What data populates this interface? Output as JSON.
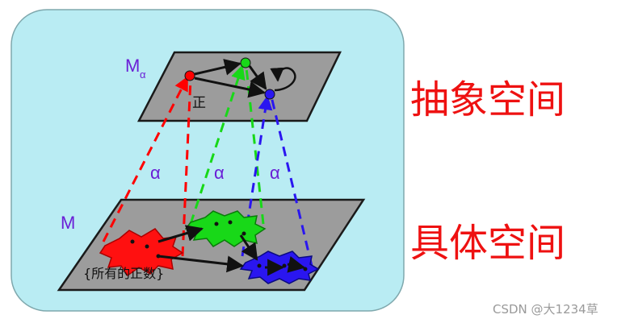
{
  "diagram": {
    "abstract_plane_label": "M",
    "abstract_plane_subscript": "α",
    "concrete_plane_label": "M",
    "abstract_node_label": "正",
    "concrete_set_label": "{所有的正数}",
    "mapping_labels": [
      "α",
      "α",
      "α"
    ],
    "abstract_space_label": "抽象空间",
    "concrete_space_label": "具体空间",
    "watermark": "CSDN @大1234草",
    "colors": {
      "panel_bg": "#b9ecf3",
      "panel_border": "#7fa8ad",
      "plane_fill": "#9c9c9c",
      "plane_stroke": "#1a1a1a",
      "red": "#ff0000",
      "green": "#18d818",
      "blue": "#2a16f0",
      "alpha_text": "#6a1fd6",
      "title_text": "#ee1111"
    }
  }
}
